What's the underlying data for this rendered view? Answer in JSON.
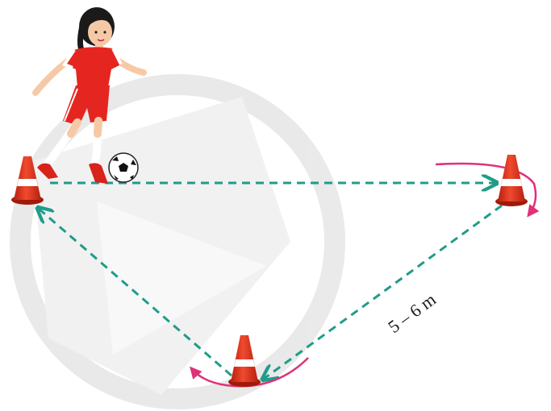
{
  "diagram": {
    "distance_label": "5 – 6 m",
    "colors": {
      "path": "#1f9c8a",
      "turn_arrow": "#e0307a",
      "cone": "#e23a24",
      "cone_stripe": "#ffffff",
      "shirt": "#e52620",
      "watermark": "#ececec"
    },
    "figures": [
      "player-kicking-ball",
      "cone-left",
      "cone-right",
      "cone-bottom",
      "soccer-ball"
    ]
  }
}
